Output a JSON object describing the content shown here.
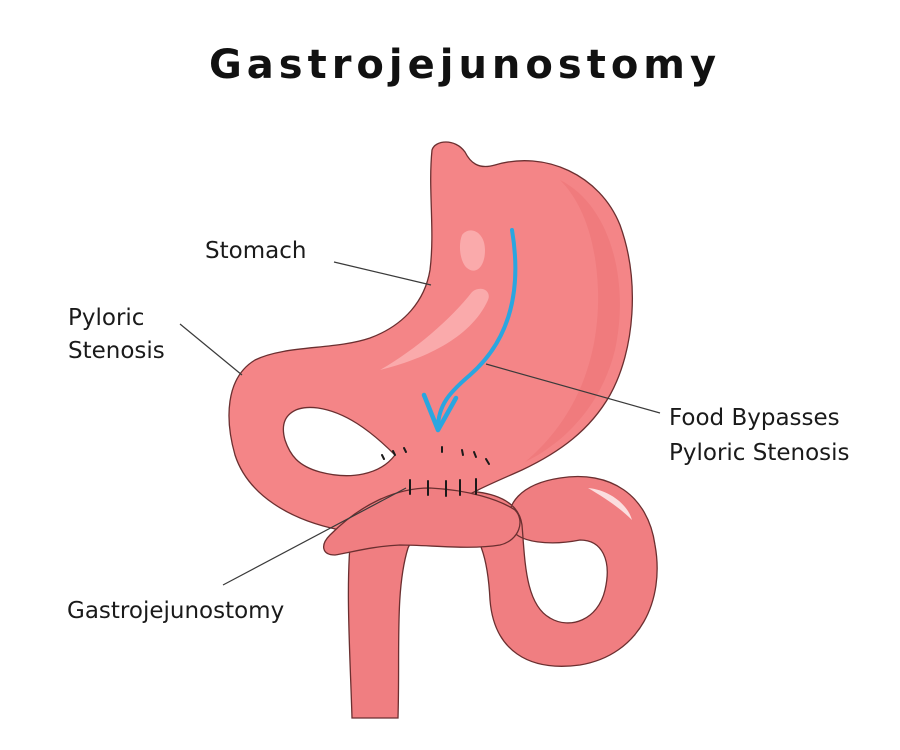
{
  "title": "Gastrojejunostomy",
  "labels": {
    "stomach": "Stomach",
    "pyloric_line1": "Pyloric",
    "pyloric_line2": "Stenosis",
    "bypass_line1": "Food Bypasses",
    "bypass_line2": "Pyloric Stenosis",
    "anastomosis": "Gastrojejunostomy"
  },
  "colors": {
    "organ_fill": "#f48587",
    "organ_shade": "#ea6f72",
    "highlight": "#fab0b2",
    "arrow": "#2aa6e0",
    "outline": "#6b2f30"
  },
  "icons": {
    "food_path": "blue-curved-arrow"
  }
}
